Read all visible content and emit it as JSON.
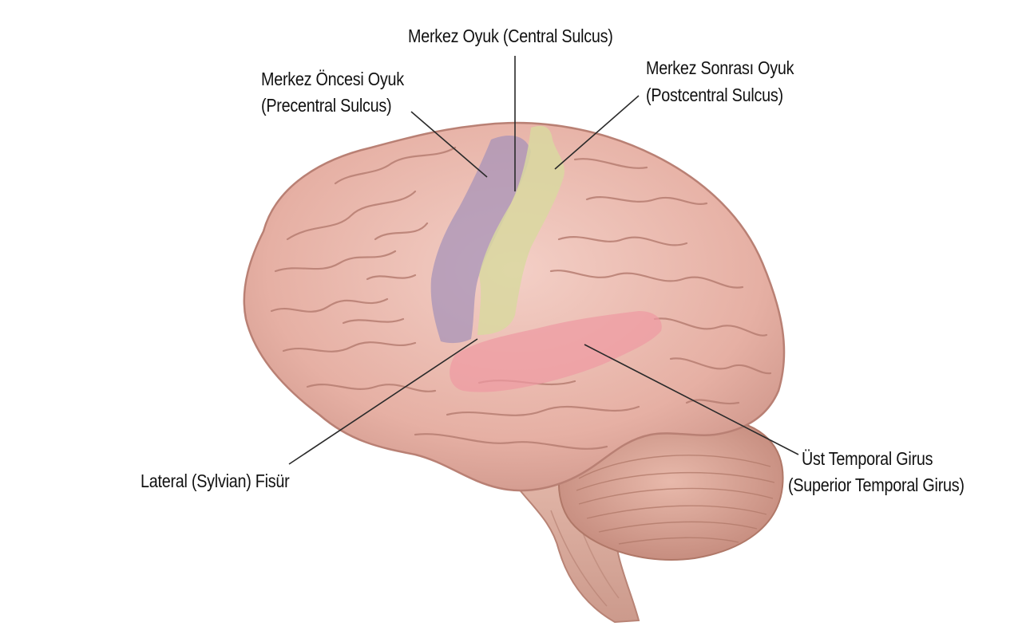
{
  "labels": {
    "central_sulcus": "Merkez Oyuk (Central Sulcus)",
    "precentral_tr": "Merkez Öncesi Oyuk",
    "precentral_en": "(Precentral Sulcus)",
    "postcentral_tr": "Merkez Sonrası Oyuk",
    "postcentral_en": "(Postcentral Sulcus)",
    "lateral_fissure": "Lateral (Sylvian) Fisür",
    "superior_temporal_tr": "Üst Temporal Girus",
    "superior_temporal_en": "(Superior Temporal Girus)"
  },
  "colors": {
    "cortex": "#e9b7ab",
    "cortex_shadow": "#c98d83",
    "cortex_highlight": "#f6d9d1",
    "precentral_region": "#a592b8",
    "postcentral_region": "#d9d8a0",
    "superior_temporal_region": "#ef9aa2",
    "brainstem": "#dcae9f",
    "cerebellum": "#dba394",
    "leader_line": "#2a2a2a",
    "label_text": "#111111",
    "background": "#ffffff"
  }
}
